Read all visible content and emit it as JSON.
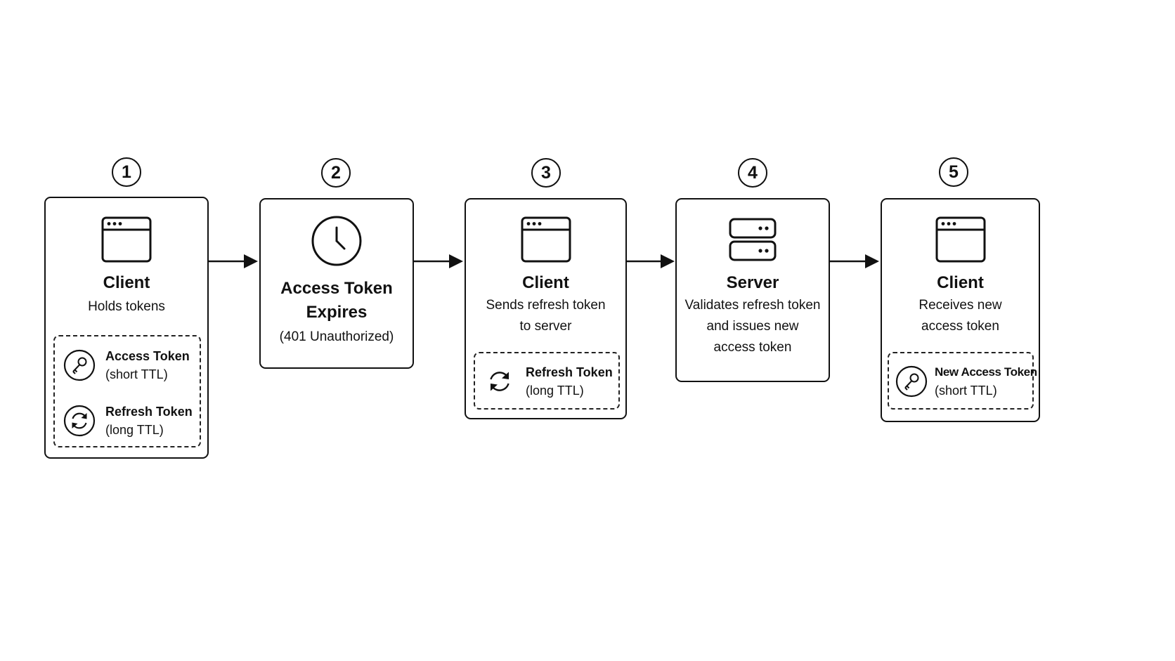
{
  "colors": {
    "stroke": "#111111",
    "background": "#ffffff"
  },
  "steps": [
    {
      "number": "1",
      "icon": "browser-window-icon",
      "title": [
        "Client"
      ],
      "desc": [
        "Holds tokens"
      ],
      "tokens": [
        {
          "icon": "key-icon",
          "name": "Access Token",
          "ttl": "(short TTL)"
        },
        {
          "icon": "refresh-icon",
          "name": "Refresh Token",
          "ttl": "(long TTL)"
        }
      ]
    },
    {
      "number": "2",
      "icon": "clock-icon",
      "title": [
        "Access Token",
        "Expires"
      ],
      "desc": [
        "(401 Unauthorized)"
      ],
      "tokens": []
    },
    {
      "number": "3",
      "icon": "browser-window-icon",
      "title": [
        "Client"
      ],
      "desc": [
        "Sends refresh token",
        "to server"
      ],
      "tokens": [
        {
          "icon": "refresh-icon",
          "name": "Refresh Token",
          "ttl": "(long TTL)"
        }
      ]
    },
    {
      "number": "4",
      "icon": "server-icon",
      "title": [
        "Server"
      ],
      "desc": [
        "Validates refresh token",
        "and issues new",
        "access token"
      ],
      "tokens": []
    },
    {
      "number": "5",
      "icon": "browser-window-icon",
      "title": [
        "Client"
      ],
      "desc": [
        "Receives new",
        "access token"
      ],
      "tokens": [
        {
          "icon": "key-icon",
          "name": "New Access Token",
          "ttl": "(short TTL)"
        }
      ]
    }
  ]
}
